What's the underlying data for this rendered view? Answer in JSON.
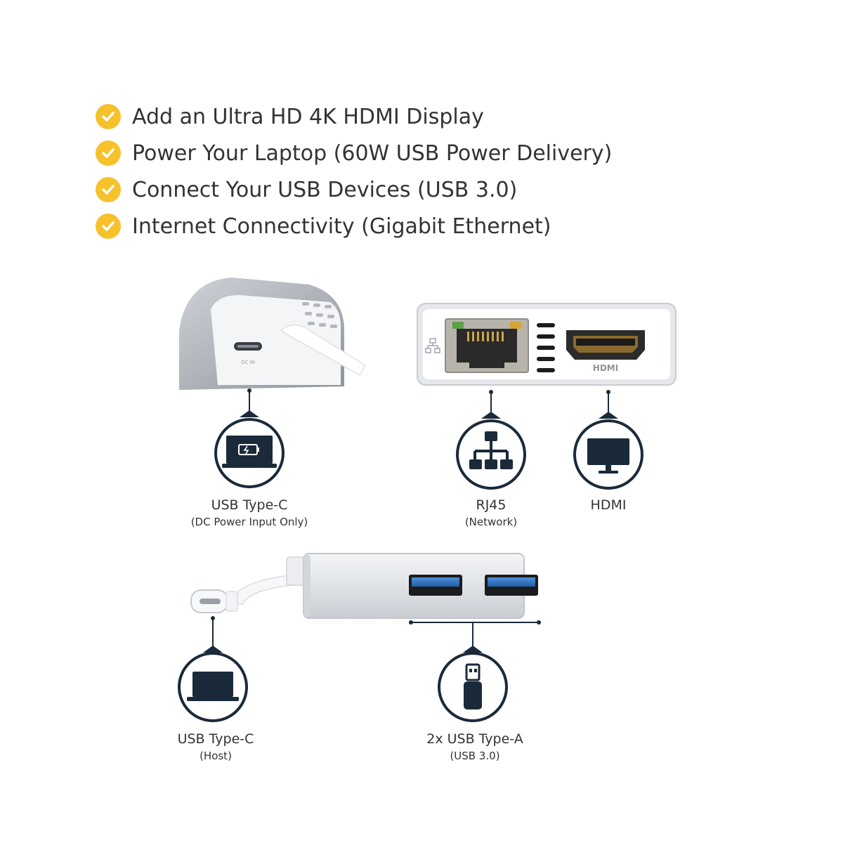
{
  "features": [
    "Add an Ultra HD 4K HDMI Display",
    "Power Your Laptop (60W USB Power Delivery)",
    "Connect Your USB Devices (USB 3.0)",
    "Internet Connectivity (Gigabit Ethernet)"
  ],
  "colors": {
    "check": "#f6c12b",
    "navy": "#1b2a3a",
    "usb_blue": "#2a6fbf"
  },
  "ports": {
    "power": {
      "label": "USB Type-C",
      "sub": "(DC Power Input Only)",
      "icon": "laptop-charging-icon",
      "engraving": "DC IN"
    },
    "rj45": {
      "label": "RJ45",
      "sub": "(Network)",
      "icon": "network-icon"
    },
    "hdmi": {
      "label": "HDMI",
      "icon": "monitor-icon",
      "engraving": "HDMI"
    },
    "host": {
      "label": "USB Type-C",
      "sub": "(Host)",
      "icon": "laptop-icon"
    },
    "usba": {
      "label": "2x USB Type-A",
      "sub": "(USB 3.0)",
      "icon": "usb-drive-icon"
    }
  }
}
